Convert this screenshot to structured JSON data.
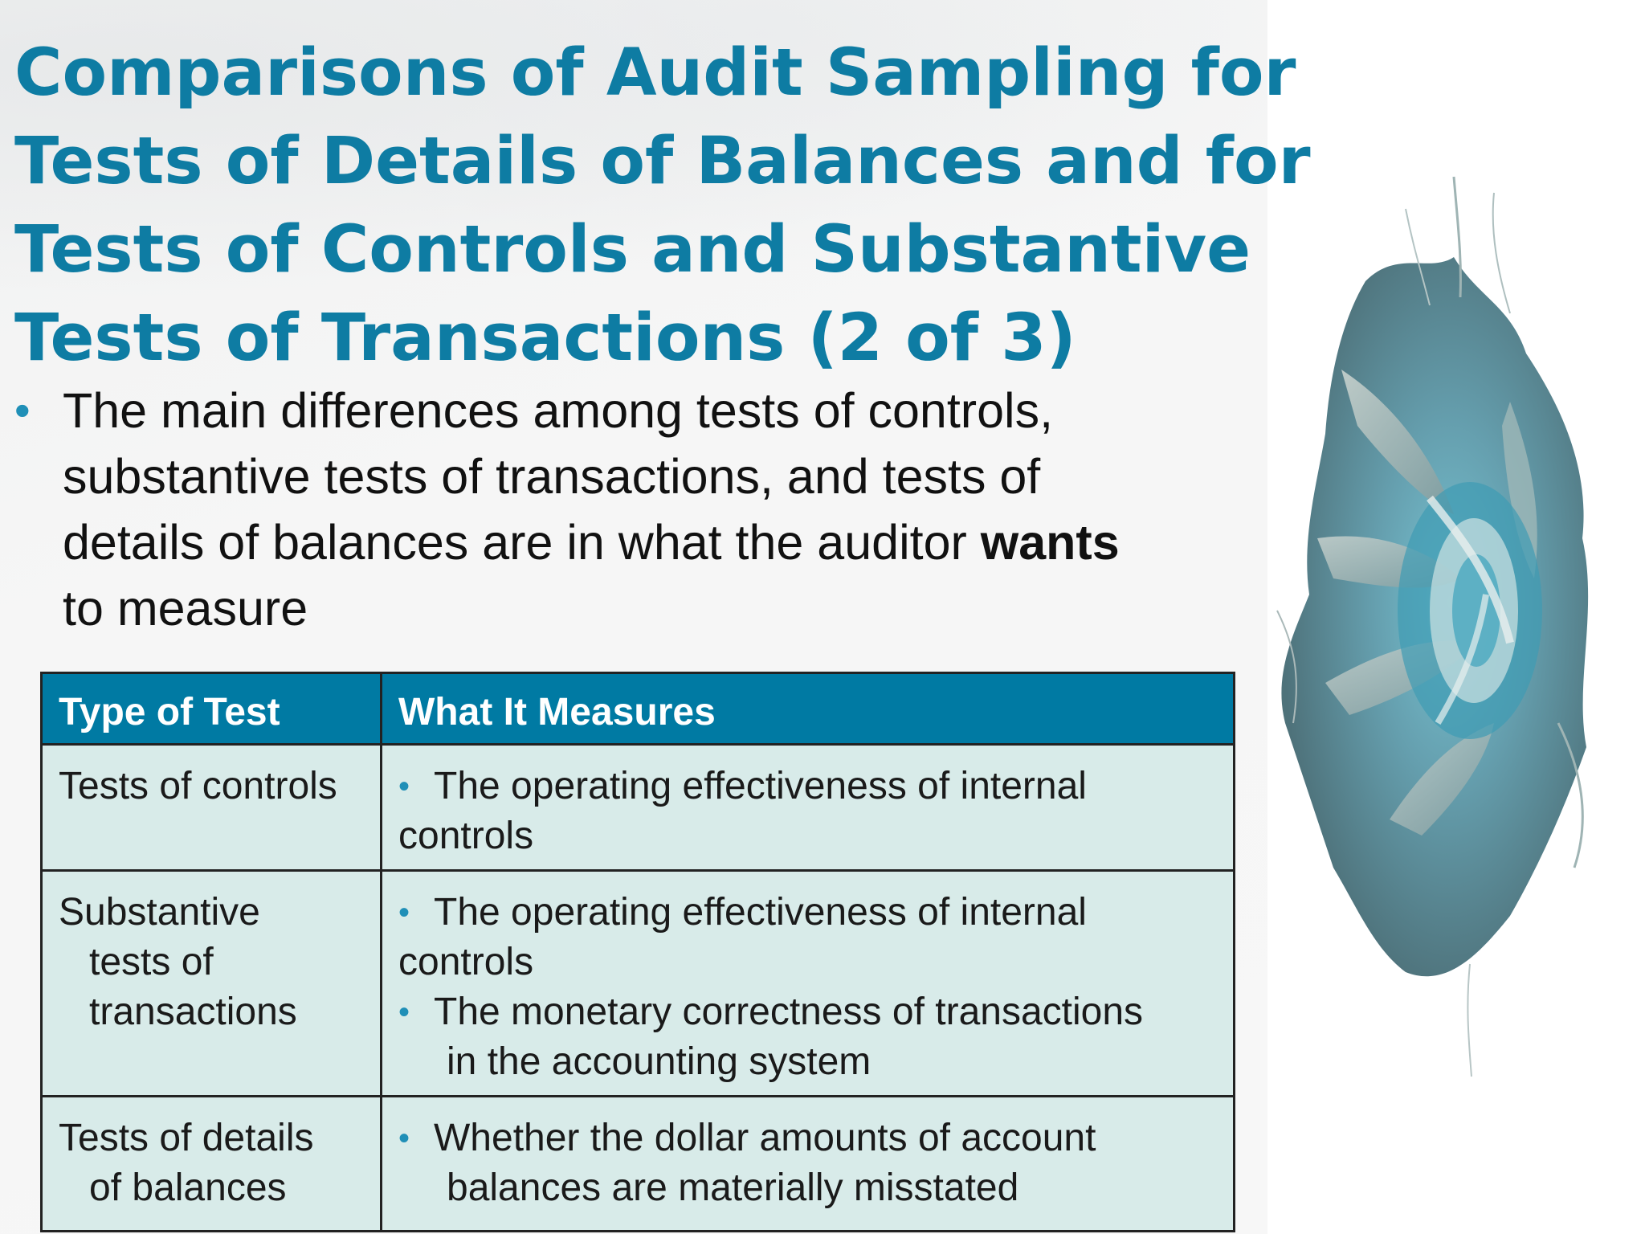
{
  "slide": {
    "title_lines": [
      "Comparisons of Audit Sampling for",
      "Tests of Details of Balances and for",
      "Tests of Controls and Substantive",
      "Tests of Transactions (2 of 3)"
    ],
    "bullet": {
      "marker": "•",
      "lines": [
        "The main differences among tests of controls,",
        "substantive tests of transactions, and tests of"
      ],
      "line3_pre": "details of balances are in what the auditor ",
      "line3_bold": "wants",
      "line4": "to measure"
    }
  },
  "table": {
    "headers": [
      "Type of Test",
      "What It Measures"
    ],
    "rows": [
      {
        "type_lines": [
          "Tests of controls"
        ],
        "measures": [
          {
            "lines": [
              "The operating effectiveness of internal",
              "controls"
            ]
          }
        ]
      },
      {
        "type_lines": [
          "Substantive",
          "tests of",
          "transactions"
        ],
        "measures": [
          {
            "lines": [
              "The operating effectiveness of internal",
              "controls"
            ]
          },
          {
            "lines": [
              "The monetary correctness of transactions",
              "in the  accounting system"
            ]
          }
        ]
      },
      {
        "type_lines": [
          "Tests of details",
          "of balances"
        ],
        "measures": [
          {
            "lines": [
              "Whether the dollar amounts of account",
              "balances are materially misstated"
            ]
          }
        ]
      }
    ],
    "bullet_marker": "•"
  },
  "colors": {
    "title": "#0e7ca3",
    "header_bg": "#007aa3",
    "cell_bg": "#d8ebe9",
    "bullet": "#1f8fb7"
  },
  "decor": {
    "art_icon": "abstract-turbine-artwork"
  }
}
